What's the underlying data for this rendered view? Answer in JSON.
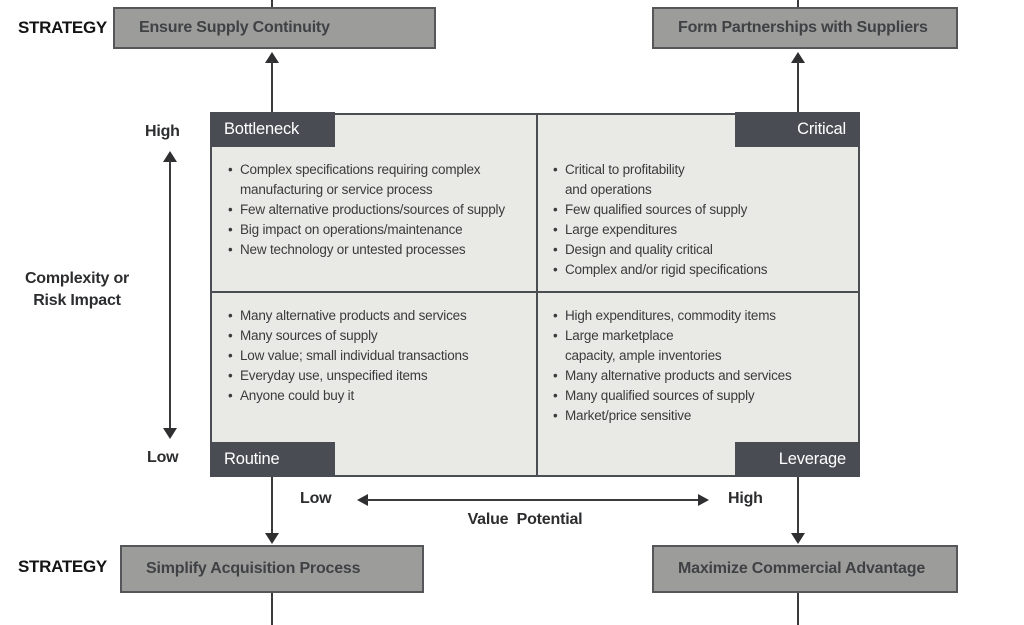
{
  "labels": {
    "strategy_top": "STRATEGY",
    "strategy_bottom": "STRATEGY"
  },
  "strategies": {
    "top_left": "Ensure Supply Continuity",
    "top_right": "Form Partnerships with Suppliers",
    "bottom_left": "Simplify Acquisition Process",
    "bottom_right": "Maximize Commercial Advantage"
  },
  "axes": {
    "y": {
      "label_line1": "Complexity or",
      "label_line2": "Risk Impact",
      "high": "High",
      "low": "Low"
    },
    "x": {
      "label": "Value Potential",
      "low": "Low",
      "high": "High"
    }
  },
  "quadrants": {
    "bottleneck": {
      "title": "Bottleneck",
      "items": [
        "Complex specifications requiring complex",
        "manufacturing or service process",
        "Few alternative productions/sources of supply",
        "Big impact on operations/maintenance",
        "New technology or untested processes"
      ]
    },
    "critical": {
      "title": "Critical",
      "items": [
        "Critical to profitability",
        "and operations",
        "Few qualified sources of supply",
        "Large expenditures",
        "Design and quality critical",
        "Complex and/or rigid specifications"
      ]
    },
    "routine": {
      "title": "Routine",
      "items": [
        "Many alternative products and services",
        "Many sources of supply",
        "Low value; small individual transactions",
        "Everyday use, unspecified items",
        "Anyone could buy it"
      ]
    },
    "leverage": {
      "title": "Leverage",
      "items": [
        "High expenditures, commodity items",
        "Large marketplace",
        "capacity, ample inventories",
        "Many alternative products and services",
        "Many qualified sources of supply",
        "Market/price sensitive"
      ]
    }
  },
  "colors": {
    "strategy_box_fill": "#9c9c9a",
    "strategy_box_border": "#54565a",
    "matrix_fill": "#e9e9e6",
    "matrix_border": "#4a4d52",
    "tab_fill": "#494d53",
    "tab_text": "#ffffff",
    "line": "#3a3a3c",
    "text": "#3b3b3b"
  }
}
